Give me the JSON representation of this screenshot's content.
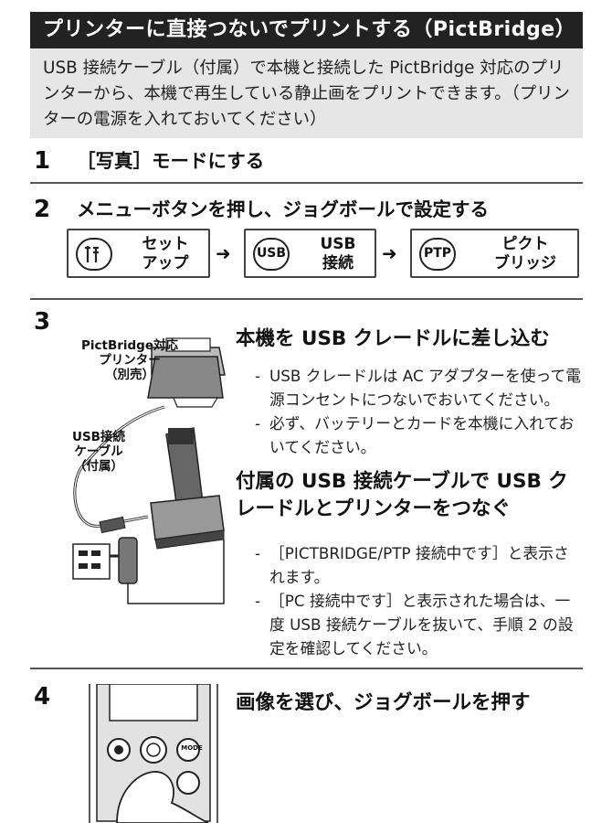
{
  "header": {
    "title": "プリンターに直接つないでプリントする（PictBridge）",
    "intro": "USB 接続ケーブル（付属）で本機と接続した PictBridge 対応のプリンターから、本機で再生している静止画をプリントできます。（プリンターの電源を入れておいてください）"
  },
  "step1": {
    "number": "1",
    "heading": "［写真］モードにする"
  },
  "step2": {
    "number": "2",
    "heading": "メニューボタンを押し、ジョグボールで設定する",
    "flow": [
      {
        "icon": "setup-icon",
        "icon_text": "",
        "label": "セット\nアップ"
      },
      {
        "icon": "usb-icon",
        "icon_text": "USB",
        "label": "USB\n接続"
      },
      {
        "icon": "ptp-icon",
        "icon_text": "PTP",
        "label": "ピクト\nブリッジ"
      }
    ],
    "arrow": "➜"
  },
  "step3": {
    "number": "3",
    "figure_labels": {
      "printer": "PictBridge対応\nプリンター\n（別売）",
      "cable": "USB接続\nケーブル\n（付属）"
    },
    "heading_a": "本機を USB クレードルに差し込む",
    "bullets_a": [
      "USB クレードルは AC アダプターを使って電源コンセントにつないでおいてください。",
      "必ず、バッテリーとカードを本機に入れておいてください。"
    ],
    "heading_b": "付属の USB 接続ケーブルで USB クレードルとプリンターをつなぐ",
    "bullets_b": [
      "［PICTBRIDGE/PTP 接続中です］と表示されます。",
      "［PC 接続中です］と表示された場合は、一度 USB 接続ケーブルを抜いて、手順 2 の設定を確認してください。"
    ]
  },
  "step4": {
    "number": "4",
    "heading": "画像を選び、ジョグボールを押す",
    "mode_button": "MODE"
  }
}
